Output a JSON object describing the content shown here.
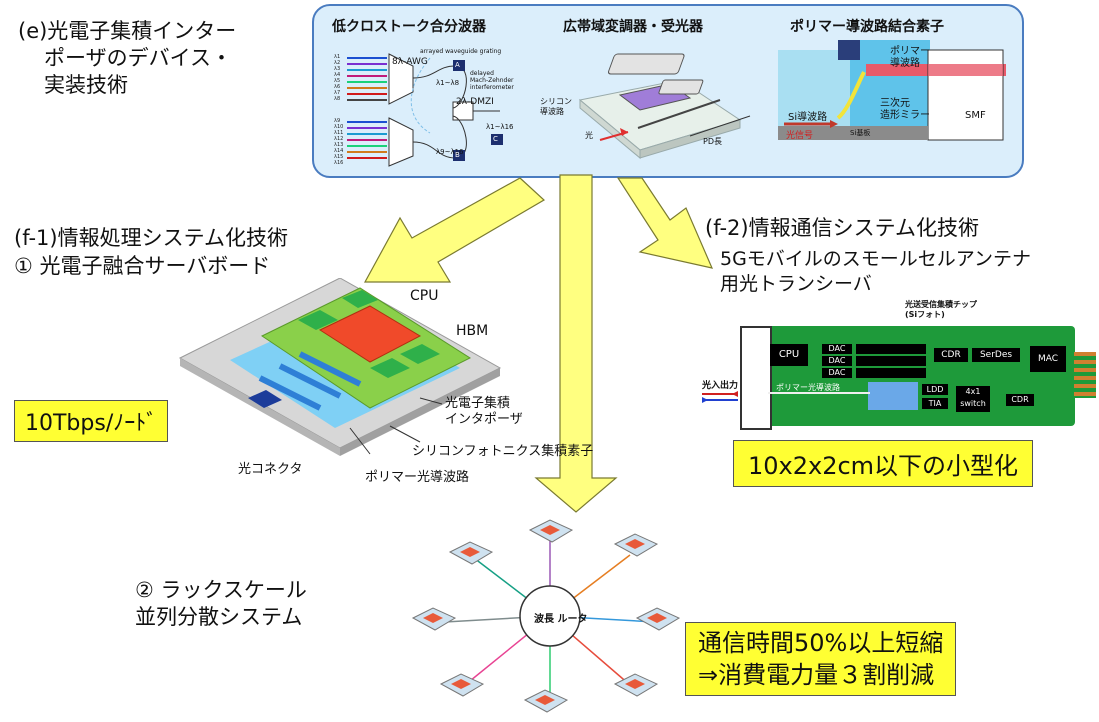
{
  "section_e": {
    "title_lines": [
      "(e)光電子集積インター",
      "ポーザのデバイス・",
      "実装技術"
    ]
  },
  "top_panel": {
    "col1": {
      "title": "低クロストーク合分波器",
      "awg": "8λ-AWG",
      "awg_caption": "arrayed waveguide grating",
      "dmzi": "2λ-DMZI",
      "dmzi_caption": [
        "delayed",
        "Mach-Zehnder",
        "interferometer"
      ],
      "lambda_top": "λ1~λ8",
      "lambda_bottom": "λ9~λ16",
      "lambda_out": "λ1~λ16",
      "badge_a": "A",
      "badge_b": "B",
      "badge_c": "C",
      "inputs_top": [
        "λ1",
        "λ2",
        "λ3",
        "λ4",
        "λ5",
        "λ6",
        "λ7",
        "λ8"
      ],
      "inputs_bottom": [
        "λ9",
        "λ10",
        "λ11",
        "λ12",
        "λ13",
        "λ14",
        "λ15",
        "λ16"
      ]
    },
    "col2": {
      "title": "広帯域変調器・受光器",
      "label_si": [
        "シリコン",
        "導波路"
      ],
      "label_light": "光",
      "label_pd": "PD長"
    },
    "col3": {
      "title": "ポリマー導波路結合素子",
      "label_polymer": [
        "ポリマー",
        "導波路"
      ],
      "label_si_wg": "Si導波路",
      "label_mirror": [
        "三次元",
        "造形ミラー"
      ],
      "label_signal": "光信号",
      "label_smf": "SMF",
      "label_substrate": "Si基板"
    }
  },
  "section_f1": {
    "title": "(f-1)情報処理システム化技術",
    "subtitle": "① 光電子融合サーバボード",
    "labels": {
      "cpu": "CPU",
      "hbm": "HBM",
      "interposer": [
        "光電子集積",
        "インタポーザ"
      ],
      "sipho": "シリコンフォトニクス集積素子",
      "polymer": "ポリマー光導波路",
      "connector": "光コネクタ"
    },
    "badge": "10Tbps/ﾉｰﾄﾞ"
  },
  "section_f2": {
    "title": "(f-2)情報通信システム化技術",
    "subtitle_lines": [
      "5Gモバイルのスモールセルアンテナ",
      "用光トランシーバ"
    ],
    "board": {
      "chip_label": [
        "光送受信集積チップ",
        "(Siフォト)"
      ],
      "cpu": "CPU",
      "dac": "DAC",
      "cdr": "CDR",
      "serdes": "SerDes",
      "mac": "MAC",
      "ldd": "LDD",
      "tia": "TIA",
      "switch": [
        "4x1",
        "switch"
      ],
      "cdr2": "CDR",
      "io": "光入出力",
      "polymer": "ポリマー光導波路"
    },
    "badge": "10x2x2cm以下の小型化"
  },
  "section_2": {
    "lines": [
      "② ラックスケール",
      "並列分散システム"
    ],
    "center_label": "波長 ルータ",
    "badge_lines": [
      "通信時間50%以上短縮",
      "⇒消費電力量３割削減"
    ]
  },
  "colors": {
    "arrow": "#ffff80",
    "arrow_stroke": "#7a7a30",
    "badge": "#ffff33",
    "panel_border": "#4a7cc0",
    "panel_bg": "#dbeefb"
  }
}
